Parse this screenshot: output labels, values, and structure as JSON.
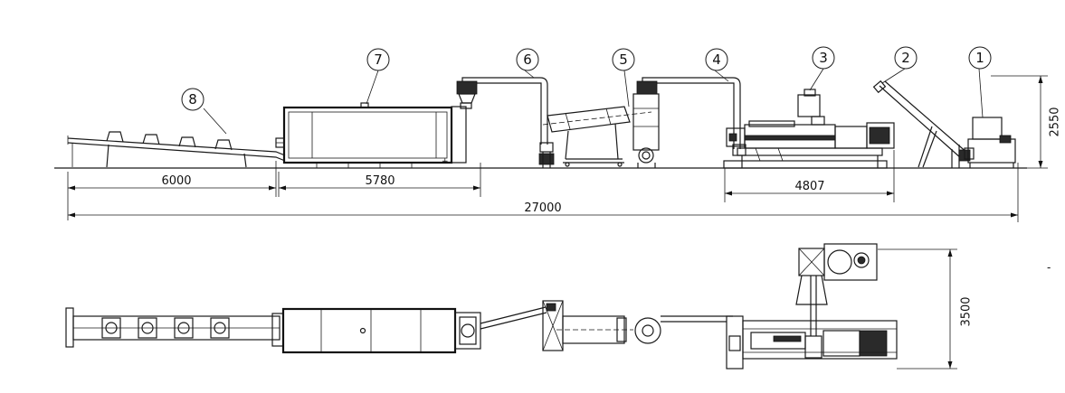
{
  "diagram": {
    "balloons": [
      "1",
      "2",
      "3",
      "4",
      "5",
      "6",
      "7",
      "8"
    ],
    "dimensions": {
      "conveyor_length": "6000",
      "dryer_length": "5780",
      "extruder_length": "4807",
      "total_length": "27000",
      "elevation_height": "2550",
      "plan_width": "3500"
    },
    "stray_mark": "-"
  }
}
